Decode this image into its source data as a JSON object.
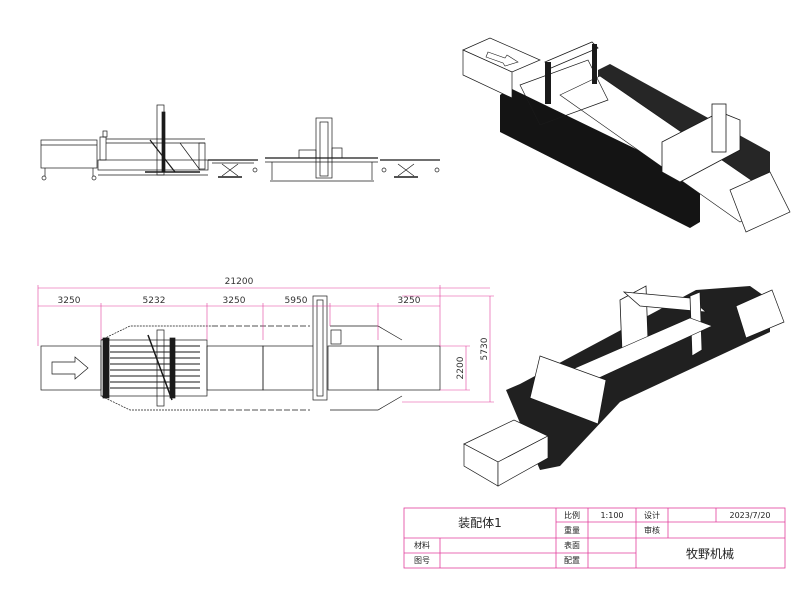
{
  "colors": {
    "line": "#1a1a1a",
    "dimension": "#e23e9c",
    "title_block": "#e23e9c",
    "fence": "#141414",
    "background": "#ffffff"
  },
  "dimensions": {
    "overall_length": "21200",
    "segments": [
      "3250",
      "5232",
      "3250",
      "5950",
      "3250"
    ],
    "inner_width": "2200",
    "overall_width": "5730"
  },
  "title_block": {
    "assembly_name": "装配体1",
    "scale_label": "比例",
    "scale_value": "1:100",
    "design_label": "设计",
    "date": "2023/7/20",
    "weight_label": "重量",
    "review_label": "审核",
    "material_label": "材料",
    "surface_label": "表面",
    "company": "牧野机械",
    "drawing_no_label": "图号",
    "config_label": "配置"
  }
}
